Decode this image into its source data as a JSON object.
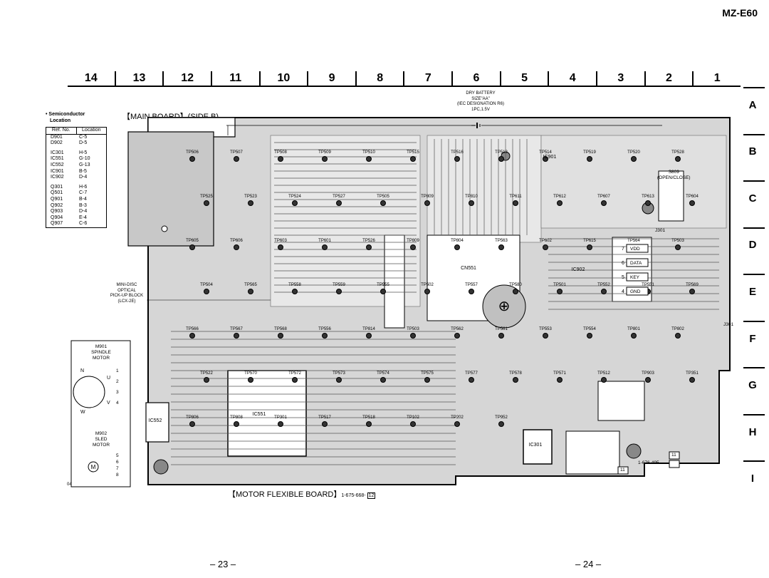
{
  "model": "MZ-E60",
  "columns": [
    "14",
    "13",
    "12",
    "11",
    "10",
    "9",
    "8",
    "7",
    "6",
    "5",
    "4",
    "3",
    "2",
    "1"
  ],
  "rows": [
    "A",
    "B",
    "C",
    "D",
    "E",
    "F",
    "G",
    "H",
    "I"
  ],
  "semiconductor": {
    "title": "• Semiconductor",
    "subtitle": "Location",
    "col_ref": "Ref. No.",
    "col_loc": "Location",
    "groups": [
      [
        [
          "D901",
          "C-5"
        ],
        [
          "D902",
          "D-5"
        ]
      ],
      [
        [
          "IC301",
          "H-5"
        ],
        [
          "IC551",
          "G-10"
        ],
        [
          "IC552",
          "G-13"
        ],
        [
          "IC901",
          "B-5"
        ],
        [
          "IC902",
          "D-4"
        ]
      ],
      [
        [
          "Q301",
          "H-6"
        ],
        [
          "Q501",
          "C-7"
        ],
        [
          "Q901",
          "B-4"
        ],
        [
          "Q902",
          "B-3"
        ],
        [
          "Q903",
          "D-4"
        ],
        [
          "Q904",
          "E-4"
        ],
        [
          "Q907",
          "C-6"
        ]
      ]
    ]
  },
  "board_title": "【MAIN BOARD】(SIDE B)",
  "battery_label": [
    "DRY BATTERY",
    "SIZE\"AA\"",
    "(IEC DESIGNATION R6)",
    "1PC,1.5V"
  ],
  "pickup_label": [
    "MINI-DISC",
    "OPTICAL",
    "PICK-UP BLOCK",
    "(LCX-2E)"
  ],
  "motor_labels": {
    "m901": [
      "M901",
      "SPINDLE",
      "MOTOR"
    ],
    "m902": [
      "M902",
      "SLED",
      "MOTOR"
    ],
    "phases": [
      "N",
      "U",
      "V",
      "W"
    ],
    "pins": [
      "1",
      "2",
      "3",
      "4",
      "5",
      "6",
      "7",
      "8"
    ],
    "ref": "04"
  },
  "flex_title": "【MOTOR FLEXIBLE BOARD】",
  "flex_code": "1-675-668-",
  "flex_suffix": "12",
  "main_code": "1-676-495-",
  "main_suffix": "11",
  "connector_labels": {
    "s809": "S809",
    "s809_sub": "(OPEN/CLOSE)",
    "j301": "J301",
    "pins": [
      [
        "7",
        "VDD"
      ],
      [
        "6",
        "DATA"
      ],
      [
        "5",
        "KEY"
      ],
      [
        "4",
        "GND"
      ]
    ]
  },
  "ic_labels": [
    "IC901",
    "IC551",
    "IC301",
    "IC552",
    "IC902",
    "CN551"
  ],
  "test_points": [
    "TP506",
    "TP507",
    "TP508",
    "TP509",
    "TP510",
    "TP515",
    "TP516",
    "TP513",
    "TP514",
    "TP519",
    "TP520",
    "TP528",
    "TP525",
    "TP523",
    "TP524",
    "TP527",
    "TP505",
    "TP809",
    "TP810",
    "TP611",
    "TP612",
    "TP607",
    "TP613",
    "TP604",
    "TP605",
    "TP606",
    "TP603",
    "TP601",
    "TP526",
    "TP809",
    "TP804",
    "TP563",
    "TP602",
    "TP615",
    "TP564",
    "TP503",
    "TP504",
    "TP565",
    "TP558",
    "TP559",
    "TP555",
    "TP502",
    "TP557",
    "TP580",
    "TP501",
    "TP552",
    "TP551",
    "TP569",
    "TP566",
    "TP567",
    "TP568",
    "TP556",
    "TP814",
    "TP503",
    "TP562",
    "TP561",
    "TP553",
    "TP554",
    "TP801",
    "TP802",
    "TP522",
    "TP570",
    "TP572",
    "TP573",
    "TP574",
    "TP575",
    "TP577",
    "TP578",
    "TP571",
    "TP512",
    "TP903",
    "TP351",
    "TP806",
    "TP808",
    "TP301",
    "TP517",
    "TP518",
    "TP102",
    "TP202",
    "TP952"
  ],
  "page_left": "– 23 –",
  "page_right": "– 24 –"
}
